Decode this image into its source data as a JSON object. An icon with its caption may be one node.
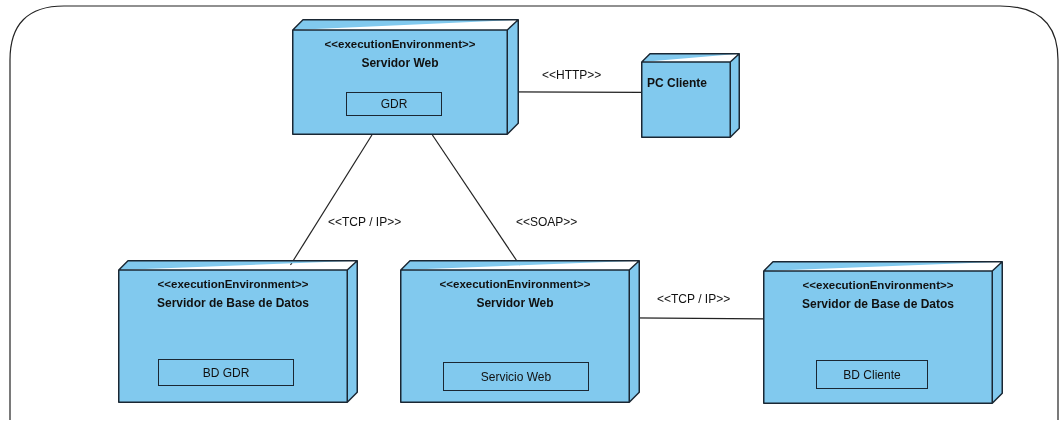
{
  "diagram": {
    "nodes": [
      {
        "text": [
          "<<executionEnvironment>>",
          "Servidor Web"
        ]
      },
      {
        "text": [
          "GDR"
        ],
        "in": 0
      },
      {
        "text": [
          "PC Cliente"
        ]
      },
      {
        "text": [
          "<<executionEnvironment>>",
          "Servidor de Base de Datos"
        ]
      },
      {
        "text": [
          "BD GDR"
        ],
        "in": 3
      },
      {
        "text": [
          "<<executionEnvironment>>",
          "Servidor Web"
        ]
      },
      {
        "text": [
          "Servicio Web"
        ],
        "in": 5
      },
      {
        "text": [
          "<<executionEnvironment>>",
          "Servidor de Base de Datos"
        ]
      },
      {
        "text": [
          "BD Cliente"
        ],
        "in": 7
      }
    ],
    "edges": [
      {
        "from": 0,
        "to": 2,
        "arrow": "none",
        "label": "<<HTTP>>"
      },
      {
        "from": 0,
        "to": 3,
        "arrow": "none",
        "label": "<<TCP / IP>>"
      },
      {
        "from": 0,
        "to": 5,
        "arrow": "none",
        "label": "<<SOAP>>"
      },
      {
        "from": 5,
        "to": 7,
        "arrow": "none",
        "label": "<<TCP / IP>>"
      }
    ]
  }
}
